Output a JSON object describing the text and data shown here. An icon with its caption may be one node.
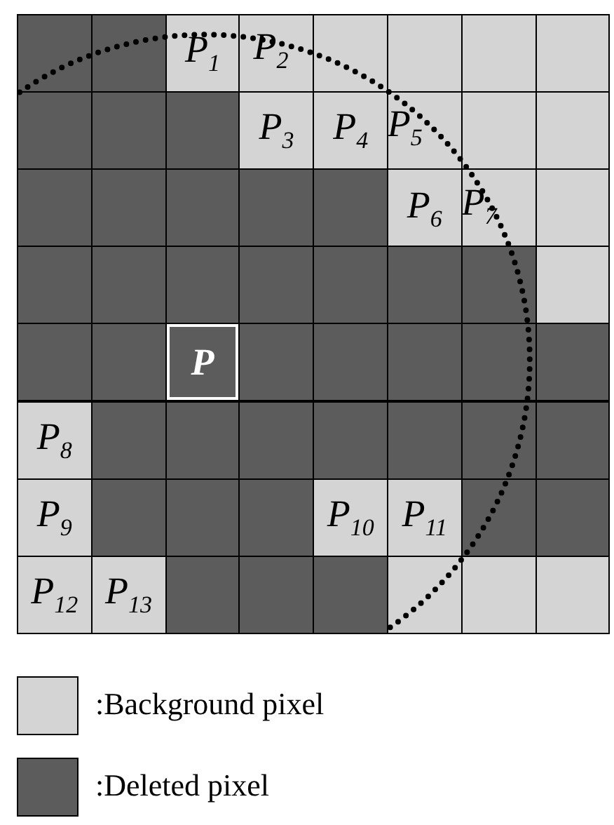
{
  "diagram": {
    "nodes": [
      {
        "text": [],
        "shape": "box"
      },
      {
        "text": [],
        "shape": "box"
      },
      {
        "text": [
          "P$_{1}$"
        ]
      },
      {
        "text": [
          "P$_{2}$"
        ]
      },
      {
        "text": [],
        "shape": "box"
      },
      {
        "text": [],
        "shape": "box"
      },
      {
        "text": [],
        "shape": "box"
      },
      {
        "text": [],
        "shape": "box"
      },
      {
        "text": [],
        "shape": "box"
      },
      {
        "text": [],
        "shape": "box"
      },
      {
        "text": [],
        "shape": "box"
      },
      {
        "text": [
          "P$_{3}$"
        ]
      },
      {
        "text": [
          "P$_{4}$"
        ]
      },
      {
        "text": [
          "P$_{5}$"
        ]
      },
      {
        "text": [],
        "shape": "box"
      },
      {
        "text": [],
        "shape": "box"
      },
      {
        "text": [],
        "shape": "box"
      },
      {
        "text": [],
        "shape": "box"
      },
      {
        "text": [],
        "shape": "box"
      },
      {
        "text": [],
        "shape": "box"
      },
      {
        "text": [],
        "shape": "box"
      },
      {
        "text": [
          "P$_{6}$"
        ]
      },
      {
        "text": [
          "P$_{7}$"
        ]
      },
      {
        "text": [],
        "shape": "box"
      },
      {
        "text": [],
        "shape": "box"
      },
      {
        "text": [],
        "shape": "box"
      },
      {
        "text": [],
        "shape": "box"
      },
      {
        "text": [],
        "shape": "box"
      },
      {
        "text": [],
        "shape": "box"
      },
      {
        "text": [],
        "shape": "box"
      },
      {
        "text": [],
        "shape": "box"
      },
      {
        "text": [],
        "shape": "box"
      },
      {
        "text": [],
        "shape": "box"
      },
      {
        "text": [],
        "shape": "box"
      },
      {
        "text": [
          "P"
        ]
      },
      {
        "text": [],
        "shape": "box"
      },
      {
        "text": [],
        "shape": "box"
      },
      {
        "text": [],
        "shape": "box"
      },
      {
        "text": [],
        "shape": "box"
      },
      {
        "text": [],
        "shape": "box"
      },
      {
        "text": [
          "P$_{8}$"
        ]
      },
      {
        "text": [],
        "shape": "box"
      },
      {
        "text": [],
        "shape": "box"
      },
      {
        "text": [],
        "shape": "box"
      },
      {
        "text": [],
        "shape": "box"
      },
      {
        "text": [],
        "shape": "box"
      },
      {
        "text": [],
        "shape": "box"
      },
      {
        "text": [],
        "shape": "box"
      },
      {
        "text": [
          "P$_{9}$"
        ]
      },
      {
        "text": [],
        "shape": "box"
      },
      {
        "text": [],
        "shape": "box"
      },
      {
        "text": [],
        "shape": "box"
      },
      {
        "text": [
          "P$_{10}$"
        ]
      },
      {
        "text": [
          "P$_{11}$"
        ]
      },
      {
        "text": [],
        "shape": "box"
      },
      {
        "text": [],
        "shape": "box"
      },
      {
        "text": [
          "P$_{12}$"
        ]
      },
      {
        "text": [
          "P$_{13}$"
        ]
      },
      {
        "text": [],
        "shape": "box"
      },
      {
        "text": [],
        "shape": "box"
      },
      {
        "text": [],
        "shape": "box"
      },
      {
        "text": [],
        "shape": "box"
      },
      {
        "text": [],
        "shape": "box"
      },
      {
        "text": [],
        "shape": "box"
      }
    ],
    "legend": [
      {
        "text": ":Background pixel",
        "color": "#d4d4d4"
      },
      {
        "text": ":Deleted pixel",
        "color": "#5c5c5c"
      }
    ]
  }
}
